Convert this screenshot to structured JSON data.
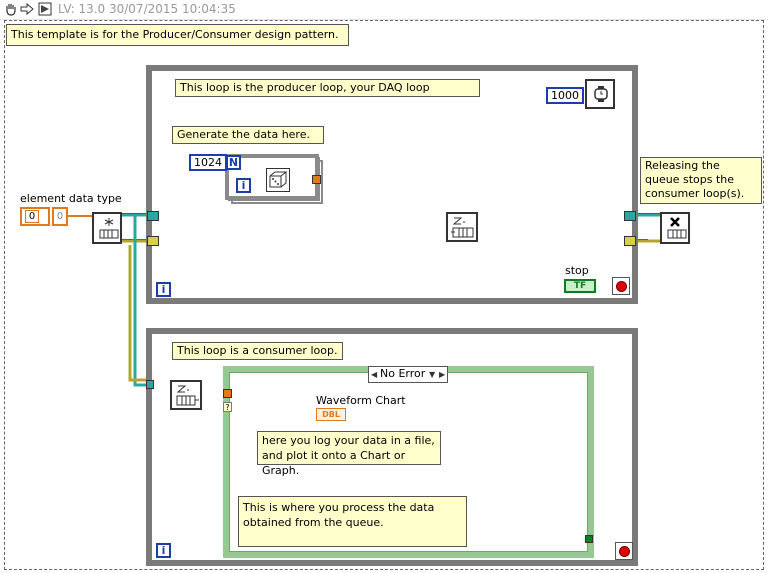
{
  "toolbar": {
    "status": "LV: 13.0 30/07/2015 10:04:35",
    "icons": [
      "hand-icon",
      "arrow-icon",
      "run-icon"
    ]
  },
  "labels": {
    "template_note": "This template is for the Producer/Consumer design pattern.",
    "producer_loop": "This loop is the producer loop, your DAQ loop",
    "generate_data": "Generate the data here.",
    "element_data_type": "element data type",
    "release_queue": "Releasing the queue stops the consumer loop(s).",
    "stop": "stop",
    "consumer_loop": "This loop is a consumer loop.",
    "waveform_chart": "Waveform Chart",
    "log_data": "here you log your data in a file, and plot it onto a Chart or Graph.",
    "process_data": "This is where you process the data obtained from the queue."
  },
  "constants": {
    "wait_ms": "1000",
    "for_count": "1024",
    "for_n": "N",
    "iteration": "i",
    "element_value": "0",
    "element_array": "0",
    "stop_bool": "TF",
    "dbl": "DBL",
    "case_selector": "No Error",
    "case_dec": "◀",
    "case_inc": "▶",
    "case_menu": "▼",
    "question": "?"
  },
  "colors": {
    "queue_wire": "#2aa7a0",
    "error_wire": "#cfc64a",
    "numeric_wire": "#e07a1a",
    "loop_border": "#7a7a7a",
    "case_border": "#97c792"
  }
}
